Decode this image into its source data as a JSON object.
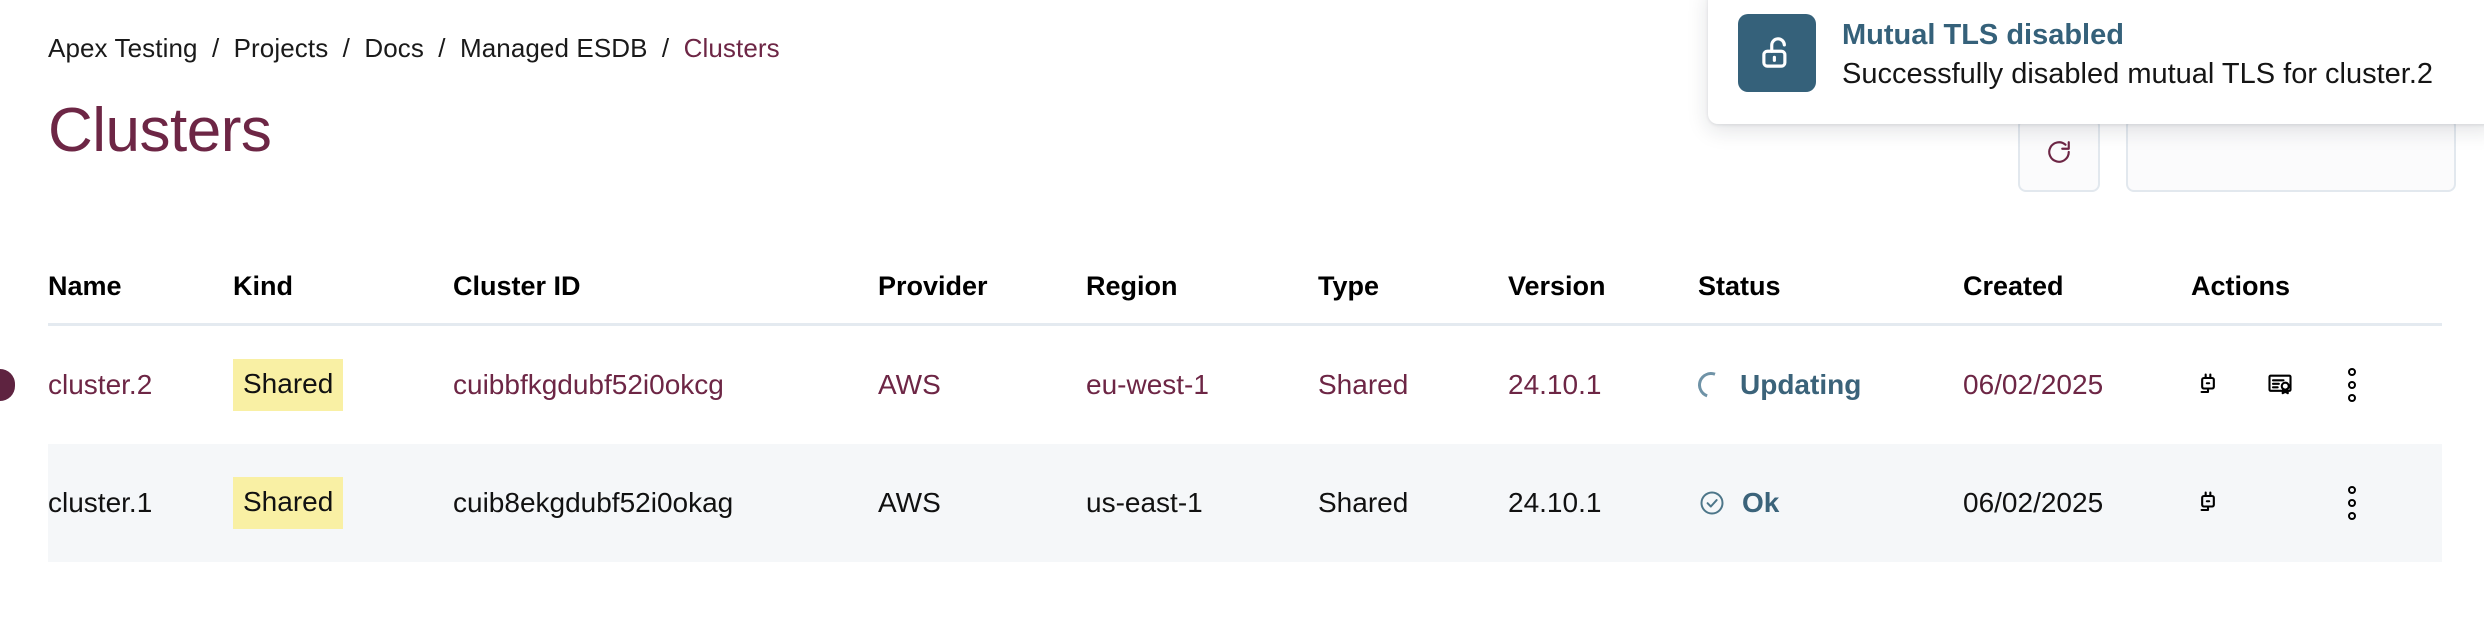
{
  "breadcrumb": {
    "separator": "/",
    "items": [
      {
        "label": "Apex Testing",
        "current": false
      },
      {
        "label": "Projects",
        "current": false
      },
      {
        "label": "Docs",
        "current": false
      },
      {
        "label": "Managed ESDB",
        "current": false
      },
      {
        "label": "Clusters",
        "current": true
      }
    ]
  },
  "page": {
    "title": "Clusters",
    "title_color": "#6d2645"
  },
  "toolbar": {
    "refresh_label": "",
    "primary_label": ""
  },
  "table": {
    "columns": [
      {
        "key": "name",
        "label": "Name"
      },
      {
        "key": "kind",
        "label": "Kind"
      },
      {
        "key": "cluster_id",
        "label": "Cluster ID"
      },
      {
        "key": "provider",
        "label": "Provider"
      },
      {
        "key": "region",
        "label": "Region"
      },
      {
        "key": "type",
        "label": "Type"
      },
      {
        "key": "version",
        "label": "Version"
      },
      {
        "key": "status",
        "label": "Status"
      },
      {
        "key": "created",
        "label": "Created"
      },
      {
        "key": "actions",
        "label": "Actions"
      }
    ],
    "rows": [
      {
        "name": "cluster.2",
        "kind": "Shared",
        "cluster_id": "cuibbfkgdubf52i0okcg",
        "provider": "AWS",
        "region": "eu-west-1",
        "type": "Shared",
        "version": "24.10.1",
        "status": "Updating",
        "status_icon": "spinner-icon",
        "created": "06/02/2025",
        "selected": true,
        "actions": [
          "plug-icon",
          "certificate-icon",
          "more-vertical-icon"
        ]
      },
      {
        "name": "cluster.1",
        "kind": "Shared",
        "cluster_id": "cuib8ekgdubf52i0okag",
        "provider": "AWS",
        "region": "us-east-1",
        "type": "Shared",
        "version": "24.10.1",
        "status": "Ok",
        "status_icon": "check-circle-icon",
        "created": "06/02/2025",
        "selected": false,
        "actions": [
          "plug-icon",
          "more-vertical-icon"
        ]
      }
    ]
  },
  "toast": {
    "icon": "unlock-icon",
    "icon_bg": "#35617a",
    "title": "Mutual TLS disabled",
    "message": "Successfully disabled mutual TLS for cluster.2"
  },
  "colors": {
    "accent_maroon": "#6d2645",
    "status_teal": "#3b637a",
    "badge_yellow": "#f9f0a4",
    "row_alt_bg": "#f5f7f9",
    "header_border": "#e4eaf0"
  }
}
